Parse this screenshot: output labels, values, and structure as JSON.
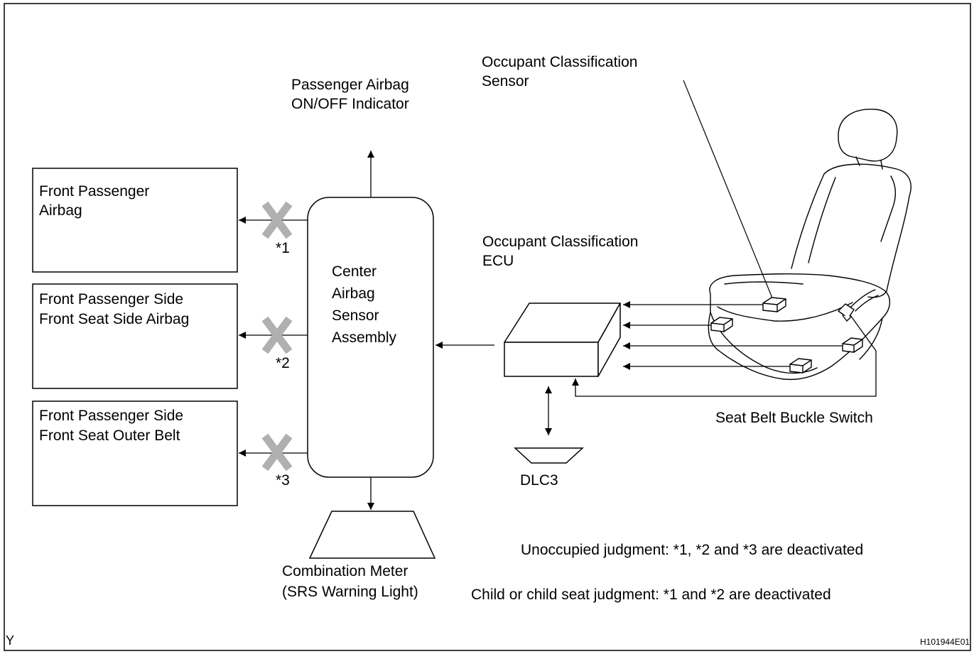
{
  "labels": {
    "passenger_indicator_line1": "Passenger Airbag",
    "passenger_indicator_line2": "ON/OFF Indicator",
    "ocs_line1": "Occupant Classification",
    "ocs_line2": "Sensor",
    "ocecu_line1": "Occupant Classification",
    "ocecu_line2": "ECU",
    "center_line1": "Center",
    "center_line2": "Airbag",
    "center_line3": "Sensor",
    "center_line4": "Assembly",
    "front_airbag_line1": "Front Passenger",
    "front_airbag_line2": "Airbag",
    "side_airbag_line1": "Front Passenger Side",
    "side_airbag_line2": "Front Seat Side Airbag",
    "outer_belt_line1": "Front Passenger Side",
    "outer_belt_line2": "Front Seat Outer Belt",
    "mark1": "*1",
    "mark2": "*2",
    "mark3": "*3",
    "buckle_switch": "Seat Belt Buckle Switch",
    "dlc3": "DLC3",
    "meter_line1": "Combination Meter",
    "meter_line2": "(SRS Warning Light)",
    "note_unoccupied": "Unoccupied judgment: *1, *2 and *3 are deactivated",
    "note_child": "Child or child seat judgment: *1 and *2 are deactivated",
    "corner_left": "Y",
    "corner_right": "H101944E01"
  },
  "colors": {
    "line": "#000000",
    "deactivation_cross": "#b0b0b0",
    "background": "#ffffff"
  }
}
